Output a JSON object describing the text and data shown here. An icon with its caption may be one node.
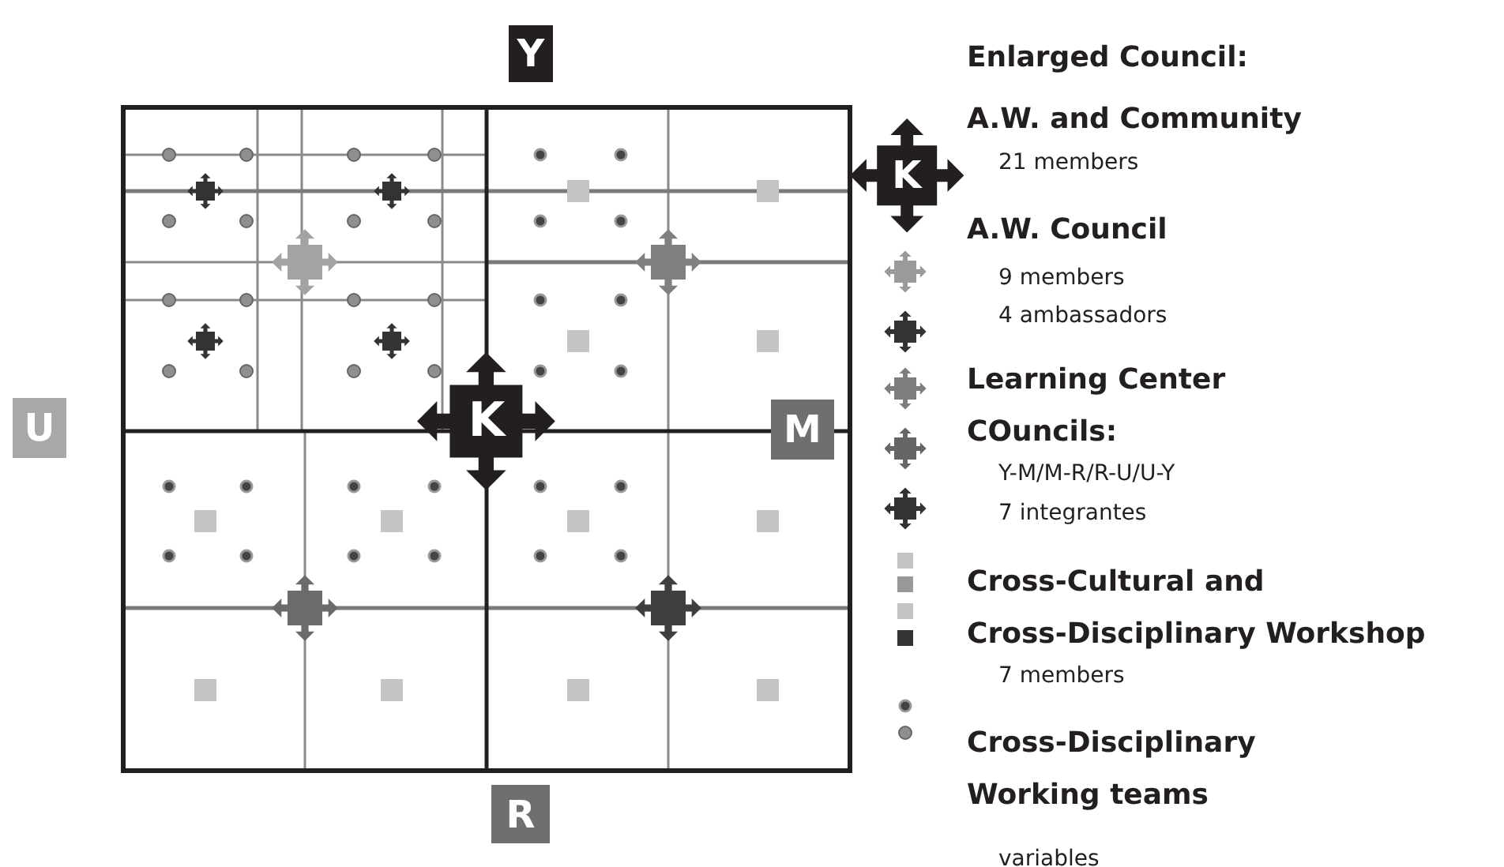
{
  "diagram": {
    "nodes": [
      {
        "text": [
          "Y"
        ]
      },
      {
        "text": [
          "U"
        ]
      },
      {
        "text": [
          "K"
        ]
      },
      {
        "text": [
          "M"
        ]
      },
      {
        "text": [
          "R"
        ]
      },
      {
        "text": [
          "K"
        ]
      }
    ],
    "labels": [
      "Enlarged Council:",
      "A.W. and Community",
      "21 members",
      "A.W. Council",
      "9 members",
      "4 ambassadors",
      "Learning Center COuncils:",
      "Y-M/M-R/R-U/U-Y",
      "7 integrantes",
      "Cross-Cultural and Cross-Disciplinary Workshop",
      "7 members",
      "Cross-Disciplinary Working teams",
      "variables"
    ]
  }
}
